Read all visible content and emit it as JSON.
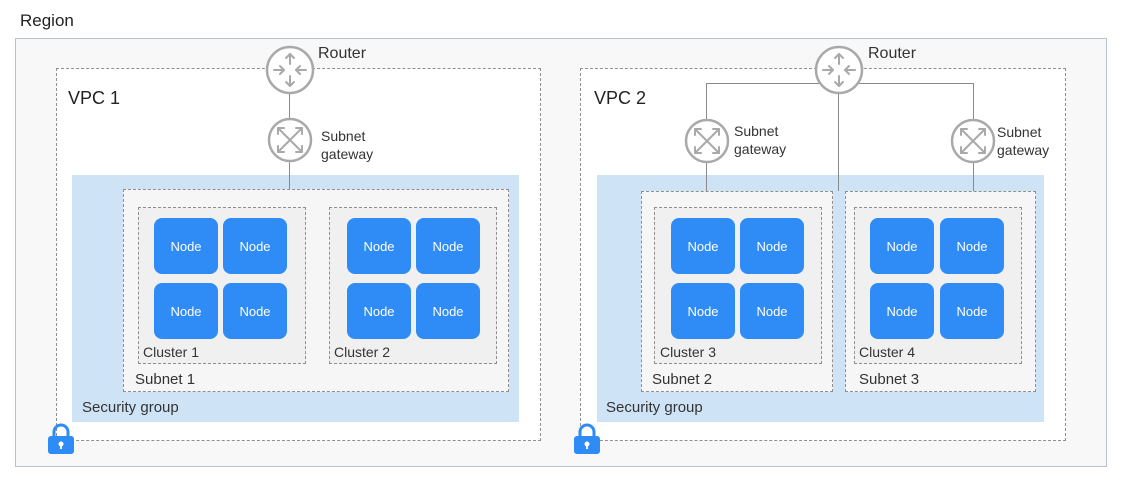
{
  "region": {
    "label": "Region"
  },
  "vpc1": {
    "label": "VPC 1",
    "router_label": "Router",
    "subnet_gateway_label": "Subnet\ngateway",
    "security_group_label": "Security group",
    "subnet_label": "Subnet 1",
    "clusters": [
      {
        "label": "Cluster 1",
        "nodes": [
          "Node",
          "Node",
          "Node",
          "Node"
        ]
      },
      {
        "label": "Cluster 2",
        "nodes": [
          "Node",
          "Node",
          "Node",
          "Node"
        ]
      }
    ]
  },
  "vpc2": {
    "label": "VPC 2",
    "router_label": "Router",
    "subnet_gateway_labels": [
      "Subnet\ngateway",
      "Subnet\ngateway"
    ],
    "security_group_label": "Security group",
    "subnets": [
      {
        "label": "Subnet 2",
        "cluster": {
          "label": "Cluster 3",
          "nodes": [
            "Node",
            "Node",
            "Node",
            "Node"
          ]
        }
      },
      {
        "label": "Subnet 3",
        "cluster": {
          "label": "Cluster 4",
          "nodes": [
            "Node",
            "Node",
            "Node",
            "Node"
          ]
        }
      }
    ]
  },
  "icons": {
    "router": "router-icon",
    "subnet_gateway": "subnet-gateway-icon",
    "lock": "lock-icon"
  },
  "colors": {
    "node_fill": "#2f8bf6",
    "security_group_fill": "#cfe3f7",
    "lock": "#2f8bf6",
    "icon_stroke": "#a9a9a9"
  }
}
